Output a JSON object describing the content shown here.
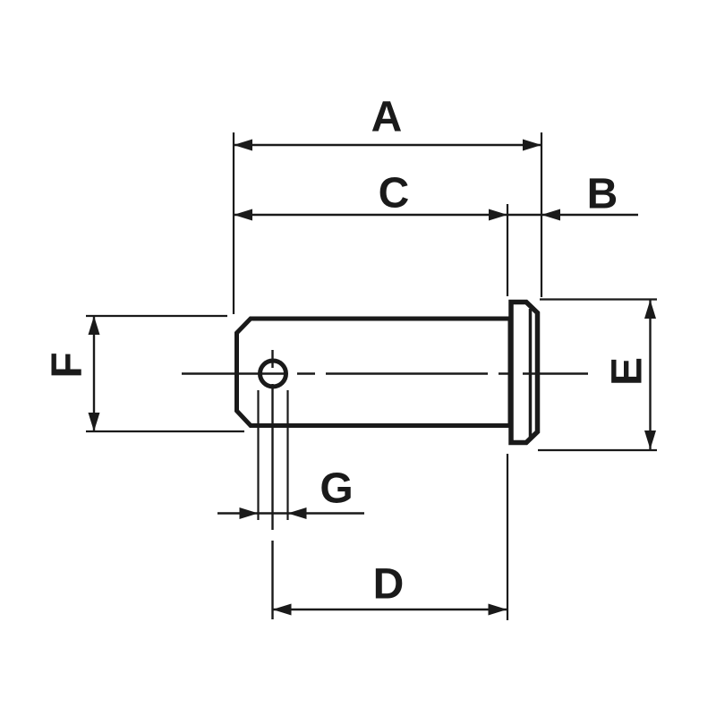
{
  "drawing": {
    "type": "technical-dimension-drawing",
    "subject": "clevis pin side view with dimension callouts",
    "background_color": "#ffffff",
    "line_color": "#1a1a1a",
    "labels": {
      "a": "A",
      "b": "B",
      "c": "C",
      "d": "D",
      "e": "E",
      "f": "F",
      "g": "G"
    }
  }
}
